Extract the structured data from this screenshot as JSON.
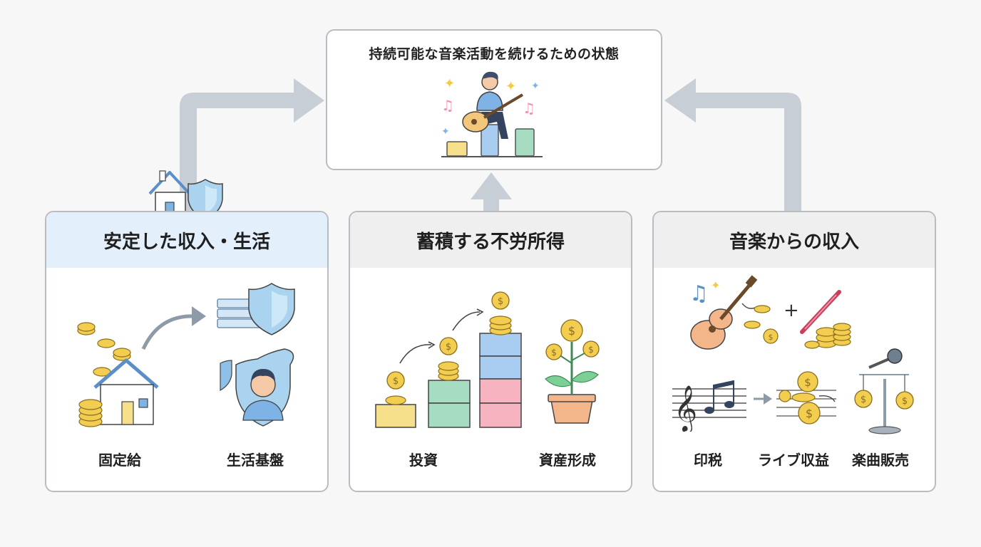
{
  "goal": {
    "title": "持続可能な音楽活動を続けるための状態",
    "icon": "guitarist-icon"
  },
  "panels": [
    {
      "title": "安定した収入・生活",
      "items": [
        {
          "label": "固定給",
          "icon": "house-coins-icon"
        },
        {
          "label": "生活基盤",
          "icon": "person-shield-icon"
        }
      ],
      "badge_icon": "house-shield-icon"
    },
    {
      "title": "蓄積する不労所得",
      "items": [
        {
          "label": "投資",
          "icon": "growing-blocks-icon"
        },
        {
          "label": "資産形成",
          "icon": "money-plant-icon"
        }
      ]
    },
    {
      "title": "音楽からの収入",
      "items": [
        {
          "label": "印税",
          "icon": "sheet-music-icon"
        },
        {
          "label": "ライブ収益",
          "icon": "live-coins-icon"
        },
        {
          "label": "楽曲販売",
          "icon": "microphone-coins-icon"
        }
      ]
    }
  ],
  "colors": {
    "arrow": "#c7ced6",
    "panel_border": "#b9bcc1",
    "highlight_header": "#e3f0fb",
    "gray_header": "#efefef",
    "coin": "#f3cd4f"
  }
}
